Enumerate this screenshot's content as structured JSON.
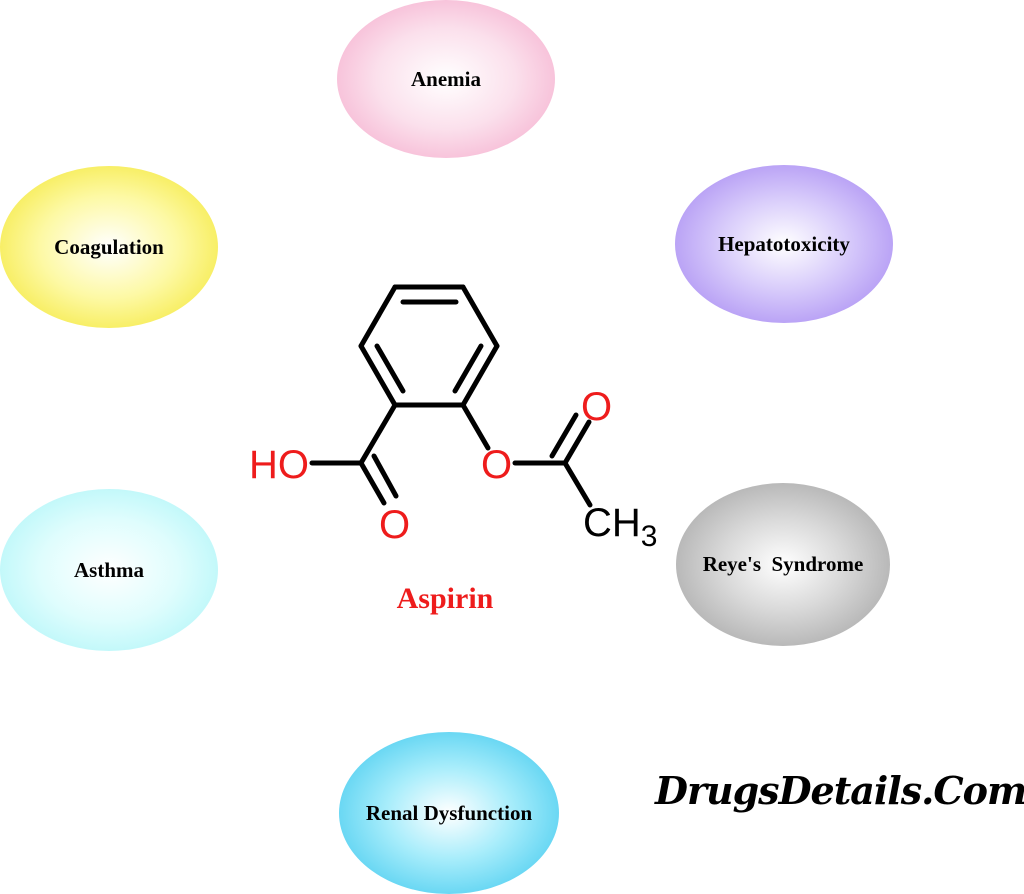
{
  "compound": {
    "name": "Aspirin",
    "atoms": {
      "hydroxyl": "HO",
      "carbonyl_oxygen": "O",
      "ester_oxygen": "O",
      "acetyl_oxygen": "O",
      "methyl_carbon": "CH",
      "methyl_subscript": "3"
    }
  },
  "side_effects": [
    {
      "label": "Anemia",
      "color": "#f4a3c7"
    },
    {
      "label": "Hepatotoxicity",
      "color": "#9d7cf0"
    },
    {
      "label": "Reye's  Syndrome",
      "color": "#9a9a9a"
    },
    {
      "label": "Renal Dysfunction",
      "color": "#2fc3ec"
    },
    {
      "label": "Asthma",
      "color": "#a3f3f7"
    },
    {
      "label": "Coagulation",
      "color": "#f2e320"
    }
  ],
  "watermark": "DrugsDetails.Com",
  "colors": {
    "atom_red": "#ee1c1c",
    "bond_black": "#000000"
  }
}
